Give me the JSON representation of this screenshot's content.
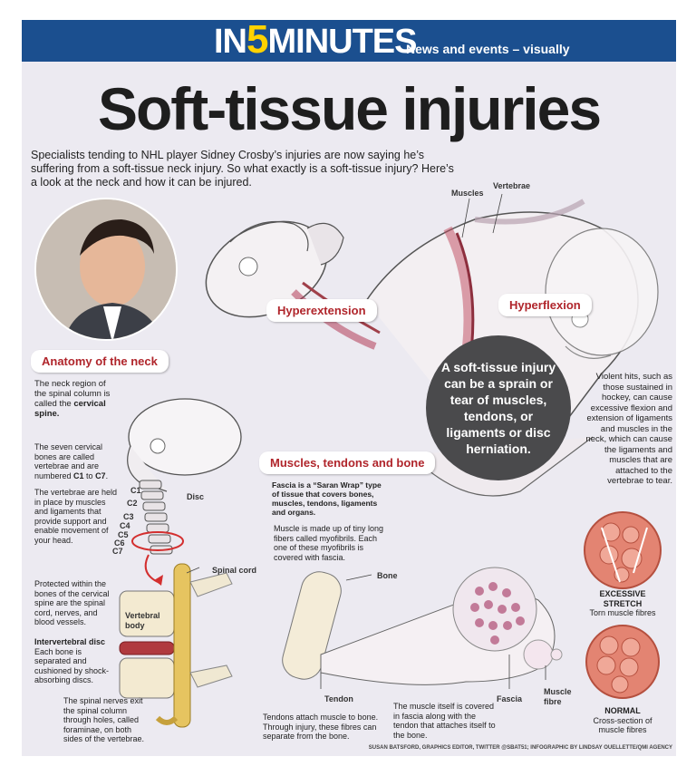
{
  "banner": {
    "brand_in": "IN",
    "brand_num": "5",
    "brand_minutes": "MINUTES",
    "tagline": "News and events – visually"
  },
  "title": "Soft-tissue injuries",
  "intro": "Specialists tending to NHL player Sidney Crosby’s injuries are now saying he’s suffering from a soft-tissue neck injury. So what exactly is a soft-tissue injury? Here’s a look at the neck and how it can be injured.",
  "tags": {
    "anatomy": "Anatomy of the neck",
    "hyperextension": "Hyperextension",
    "hyperflexion": "Hyperflexion",
    "muscles_section": "Muscles, tendons and bone"
  },
  "callout": "A soft-tissue injury can be a sprain or tear of muscles, tendons, or ligaments or disc herniation.",
  "anatomy": {
    "p1_a": "The neck region of the spinal column is called the ",
    "p1_b": "cervical spine.",
    "p2_a": "The seven cervical bones are called vertebrae and are numbered ",
    "p2_b": "C1",
    "p2_c": " to ",
    "p2_d": "C7",
    "p2_e": ".",
    "p3": "The vertebrae are held in place by muscles and ligaments that provide support and enable movement of your head.",
    "p4": "Protected within the bones of the cervical spine are the spinal cord, nerves, and blood vessels.",
    "p5_head": "Intervertebral disc",
    "p5_body": "Each bone is separated and cushioned by shock-absorbing discs.",
    "p6": "The spinal nerves exit the spinal column through holes, called foraminae, on both sides of the vertebrae."
  },
  "labels": {
    "c1": "C1",
    "c2": "C2",
    "c3": "C3",
    "c4": "C4",
    "c5": "C5",
    "c6": "C6",
    "c7": "C7",
    "disc": "Disc",
    "spinal_cord": "Spinal cord",
    "vertebral_body": "Vertebral body",
    "muscles": "Muscles",
    "vertebrae": "Vertebrae",
    "bone": "Bone",
    "tendon": "Tendon",
    "fascia": "Fascia",
    "muscle_fibre": "Muscle fibre"
  },
  "violent_hits": "Violent hits, such as those sustained in hockey, can cause excessive flexion and extension of ligaments and muscles in the neck, which can cause the ligaments and muscles that are attached to the vertebrae to tear.",
  "muscles_text": {
    "fascia": "Fascia is a “Saran Wrap” type of tissue that covers bones, muscles, tendons, ligaments and organs.",
    "muscle": "Muscle is made up of tiny long fibers called myofibrils. Each one of these myofibrils is covered with fascia.",
    "tendons": "Tendons attach muscle to bone. Through injury, these fibres can separate from the bone.",
    "covered": "The muscle itself is covered in fascia along with the tendon that attaches itself to the bone."
  },
  "stretch": {
    "head": "EXCESSIVE STRETCH",
    "body": "Torn muscle fibres"
  },
  "normal": {
    "head": "NORMAL",
    "body": "Cross-section of muscle fibres"
  },
  "credit": "SUSAN BATSFORD, GRAPHICS EDITOR, TWITTER @SBAT51; INFOGRAPHIC BY LINDSAY OUELLETTE/QMI AGENCY",
  "colors": {
    "banner_blue": "#1b4f8f",
    "accent_yellow": "#ffd200",
    "tag_red": "#b0252b",
    "callout_gray": "#4a4a4c",
    "page_bg": "#eceaf1"
  }
}
